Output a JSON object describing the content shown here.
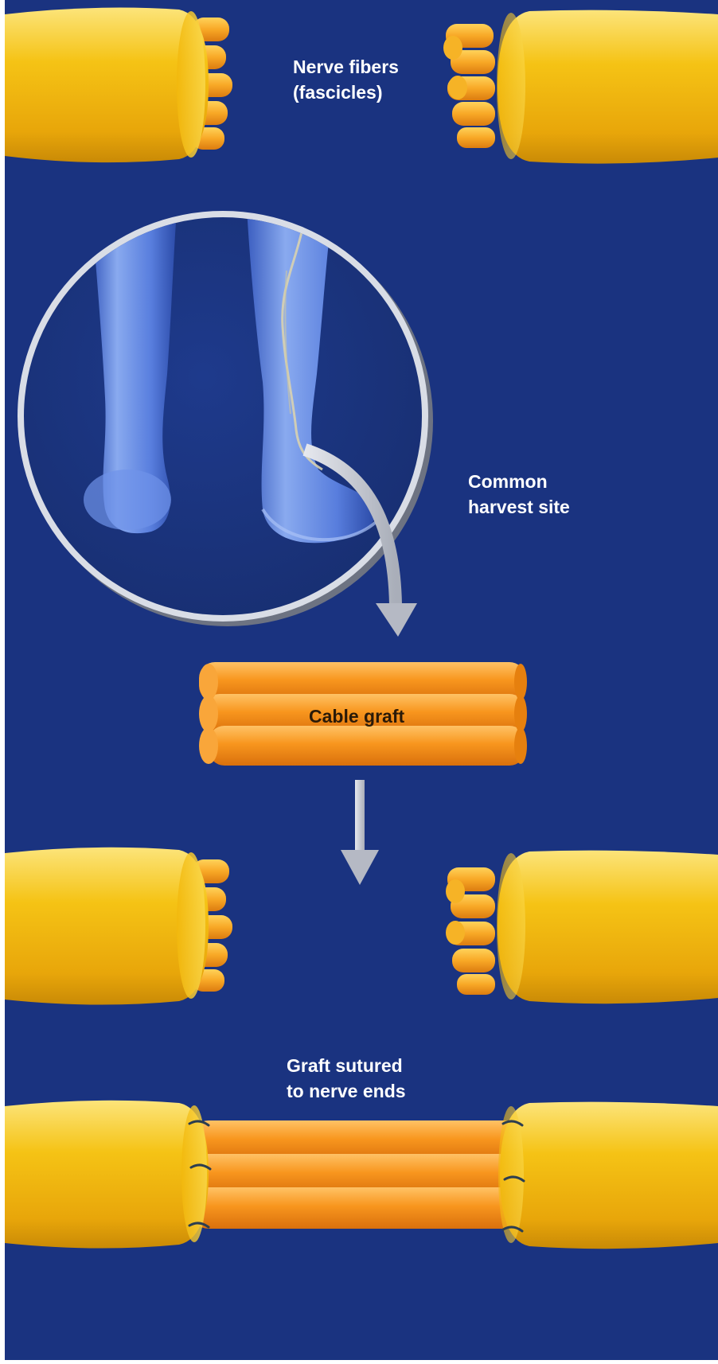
{
  "labels": {
    "nerve_fibers": "Nerve fibers\n(fascicles)",
    "harvest_site": "Common\nharvest site",
    "cable_graft": "Cable graft",
    "graft_sutured": "Graft sutured\nto nerve ends"
  },
  "colors": {
    "background": "#1a3380",
    "nerve_yellow": "#f5c315",
    "fascicle_orange": "#f8961e",
    "arrow_gray": "#bfc3cc",
    "leg_blue": "#5f86e8",
    "suture": "#2c3e50"
  }
}
